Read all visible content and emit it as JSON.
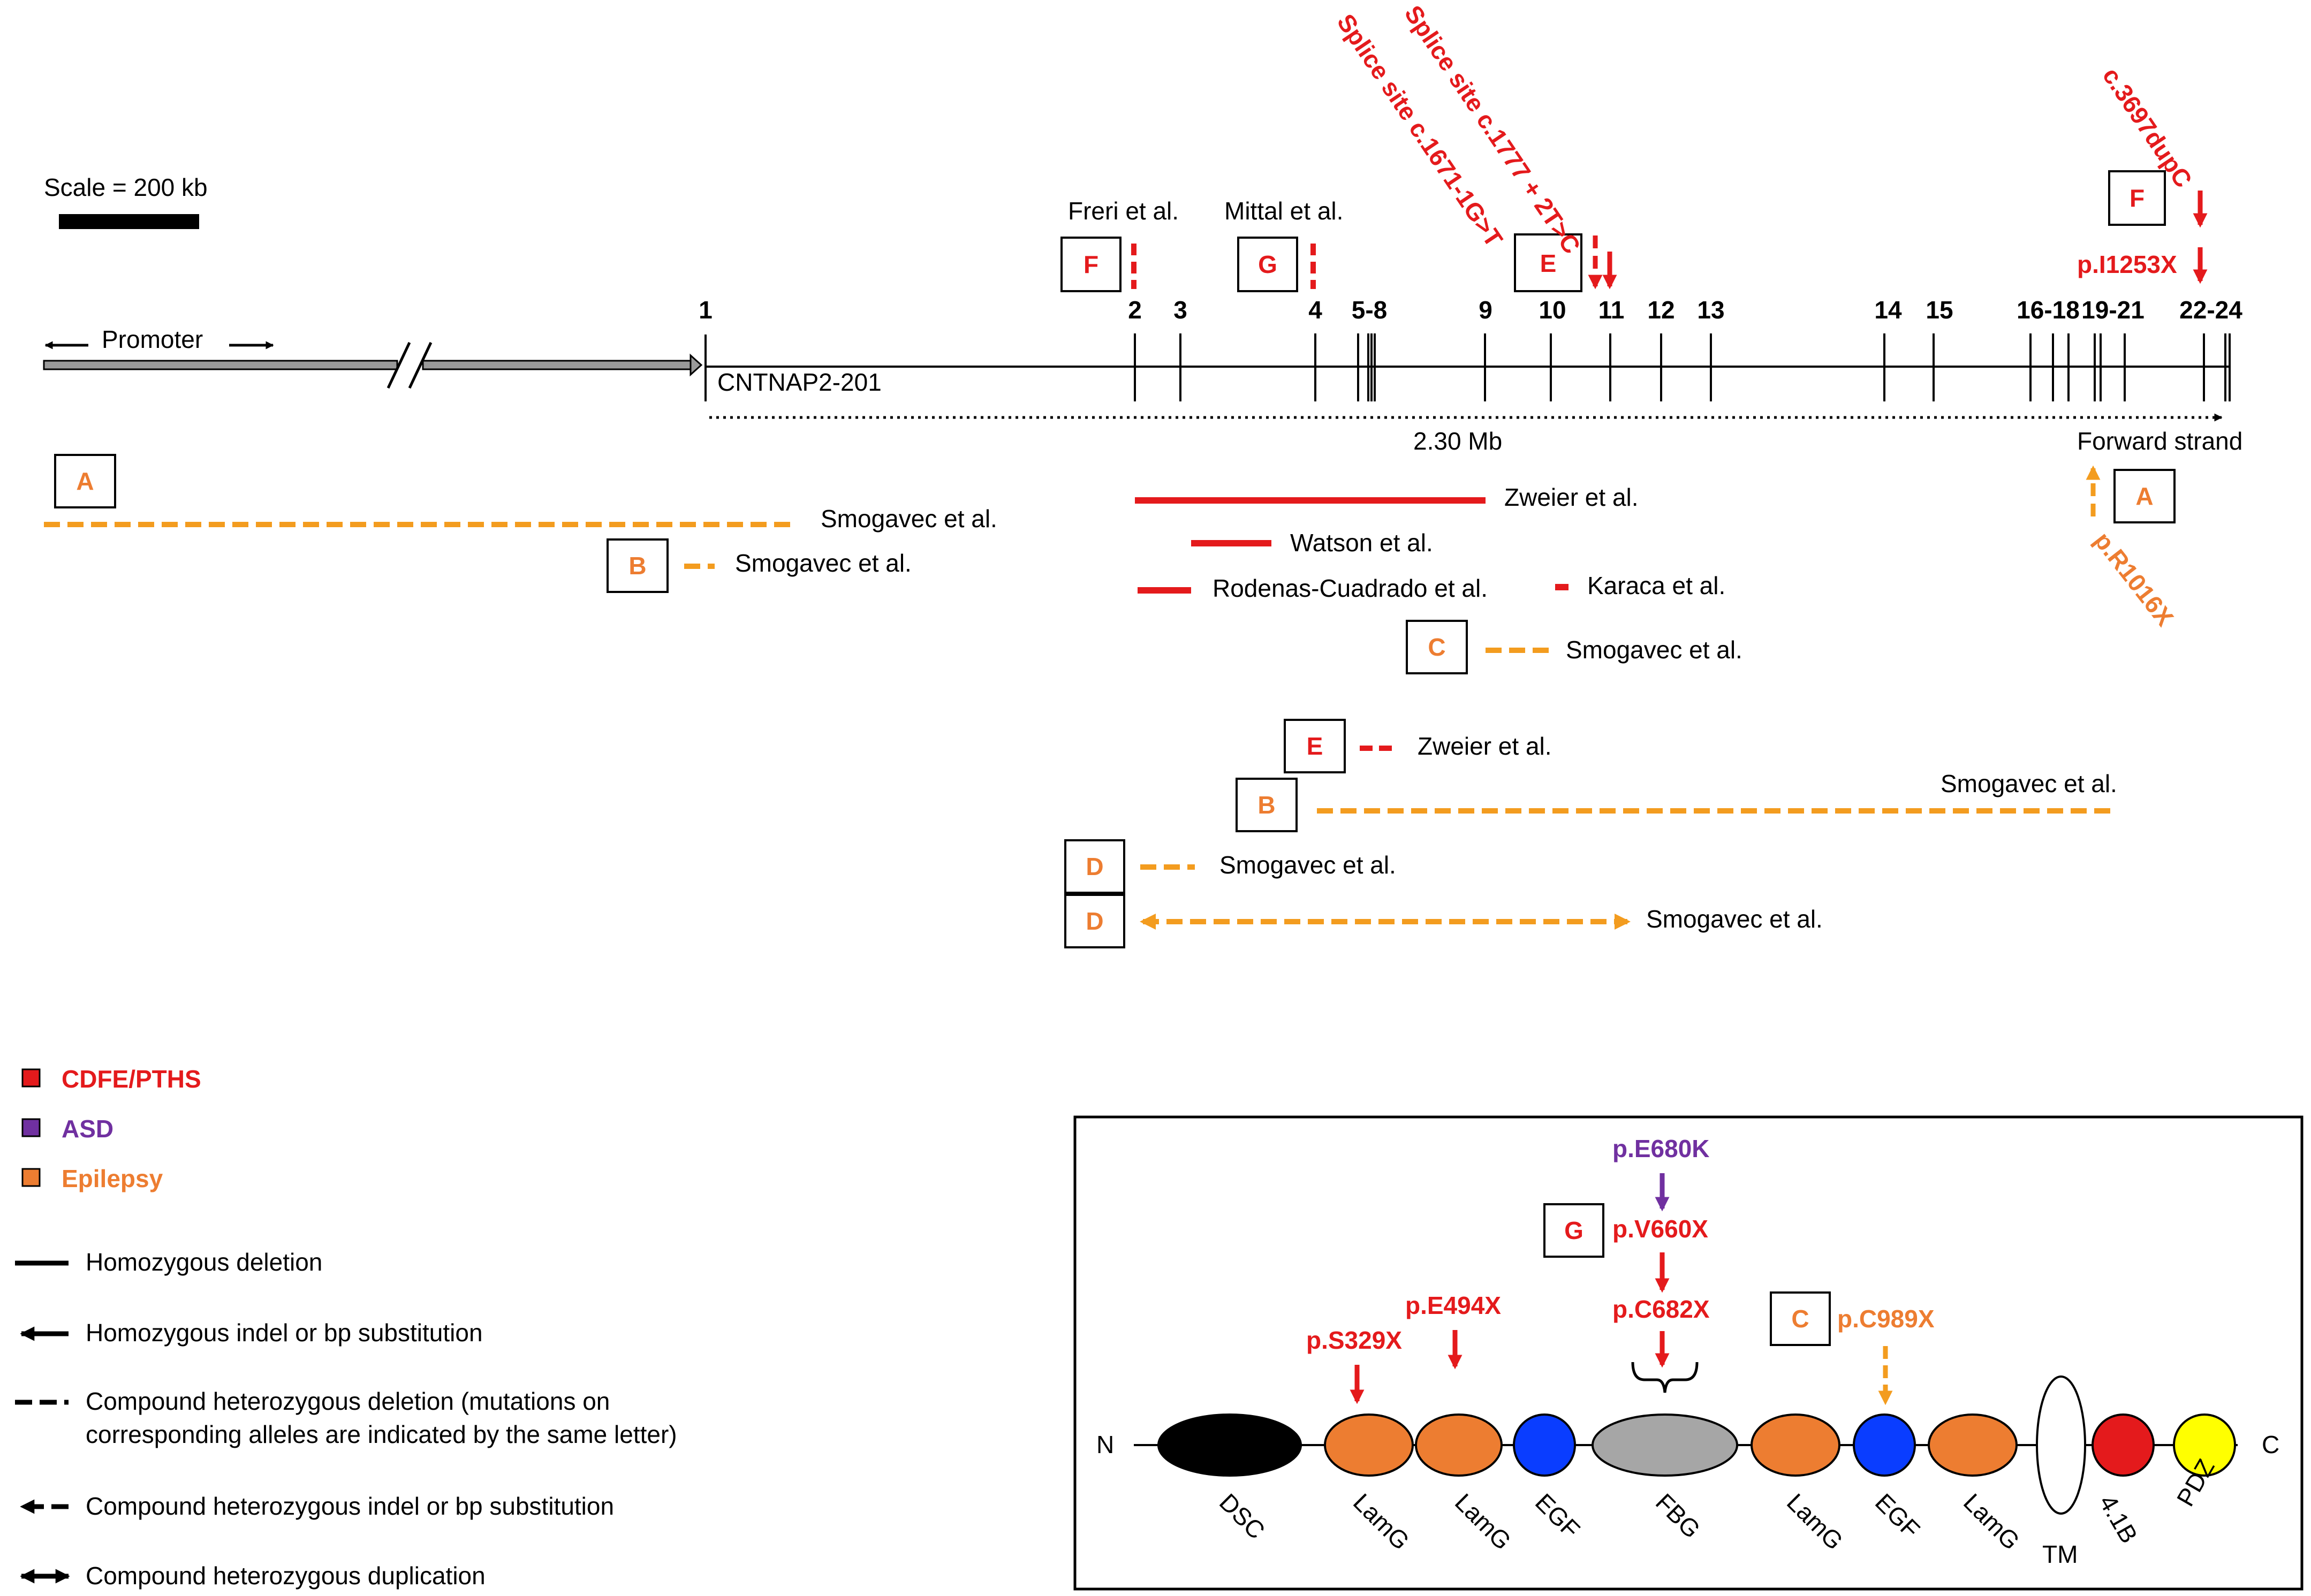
{
  "scale": {
    "label": "Scale = 200 kb"
  },
  "promoter": {
    "label": "Promoter"
  },
  "transcript": {
    "label": "CNTNAP2-201",
    "length": "2.30 Mb",
    "strand": "Forward strand"
  },
  "exons": [
    "1",
    "2",
    "3",
    "4",
    "5-8",
    "9",
    "10",
    "11",
    "12",
    "13",
    "14",
    "15",
    "16-18",
    "19-21",
    "22-24"
  ],
  "top_annotations": {
    "freri": "Freri et al.",
    "mittal": "Mittal et al.",
    "splice1": "Splice site c.1671-1G>T",
    "splice2": "Splice site c.1777 + 2T>C",
    "dup": "c.3697dupC",
    "stop": "p.I1253X",
    "letters": {
      "f1": "F",
      "g1": "G",
      "e1": "E",
      "f2": "F"
    }
  },
  "lower_annotations": {
    "smog_a": "Smogavec et al.",
    "smog_b": "Smogavec et al.",
    "zweier1": "Zweier et al.",
    "watson": "Watson et al.",
    "rodenas": "Rodenas-Cuadrado et al.",
    "karaca": "Karaca et al.",
    "smog_c": "Smogavec et al.",
    "r1016": "p.R1016X",
    "zweier2": "Zweier et al.",
    "smog_b2": "Smogavec et al.",
    "smog_d1": "Smogavec et al.",
    "smog_d2": "Smogavec et al.",
    "letters": {
      "a1": "A",
      "a2": "A",
      "b1": "B",
      "c1": "C",
      "e2": "E",
      "b2": "B",
      "d1": "D",
      "d2": "D"
    }
  },
  "legend": {
    "categories": [
      {
        "label": "CDFE/PTHS",
        "color": "#e41a1c"
      },
      {
        "label": "ASD",
        "color": "#7030a0"
      },
      {
        "label": "Epilepsy",
        "color": "#ed7d31"
      }
    ],
    "lines": [
      "Homozygous deletion",
      "Homozygous indel or bp substitution",
      "Compound heterozygous deletion (mutations on",
      "corresponding alleles are indicated by the same letter)",
      "Compound heterozygous indel or bp substitution",
      "Compound heterozygous duplication"
    ]
  },
  "protein": {
    "n": "N",
    "c": "C",
    "domains": [
      "DSC",
      "LamG",
      "LamG",
      "EGF",
      "FBG",
      "LamG",
      "EGF",
      "LamG",
      "TM",
      "4.1B",
      "PDZ"
    ],
    "mutations": {
      "s329": "p.S329X",
      "e494": "p.E494X",
      "e680": "p.E680K",
      "v660": "p.V660X",
      "c682": "p.C682X",
      "c989": "p.C989X",
      "g_letter": "G",
      "c_letter": "C"
    }
  },
  "colors": {
    "red": "#e41a1c",
    "orange": "#ed7d31",
    "orange_dashed": "#f39c1f",
    "purple": "#7030a0",
    "blue": "#0a3dff",
    "gray": "#a6a6a6",
    "yellow": "#ffff00"
  }
}
